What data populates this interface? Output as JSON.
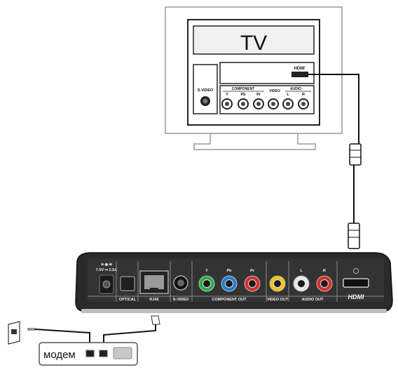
{
  "tv": {
    "title": "TV",
    "svideo_label": "S-VIDEO",
    "component_label": "COMPONENT",
    "component_ports": [
      "Y",
      "Pb",
      "Pr"
    ],
    "video_label": "VIDEO",
    "audio_label": "AUDIO",
    "audio_ports": [
      "L",
      "R"
    ],
    "hdmi_logo": "HDMI"
  },
  "box": {
    "power_label": "7.5V ⎓ 2.5A",
    "optical_label": "OPTICAL",
    "rj45_label": "RJ45",
    "svideo_label": "S-VIDEO",
    "component_out_label": "COMPONENT OUT",
    "component_ports": [
      "Y",
      "Pb",
      "Pr"
    ],
    "video_out_label": "VIDEO OUT",
    "audio_out_label": "AUDIO OUT",
    "audio_ports": [
      "L",
      "R"
    ],
    "hdmi_logo": "HDMI"
  },
  "modem": {
    "label": "модем"
  },
  "colors": {
    "y": "#2fae4a",
    "pb": "#1f7fd6",
    "pr": "#d8302b",
    "video": "#f0c419",
    "audio_l": "#e8e8e8",
    "audio_r": "#d8302b",
    "tv_outline": "#9a9a9a",
    "box_body": "#2a2a2a"
  }
}
